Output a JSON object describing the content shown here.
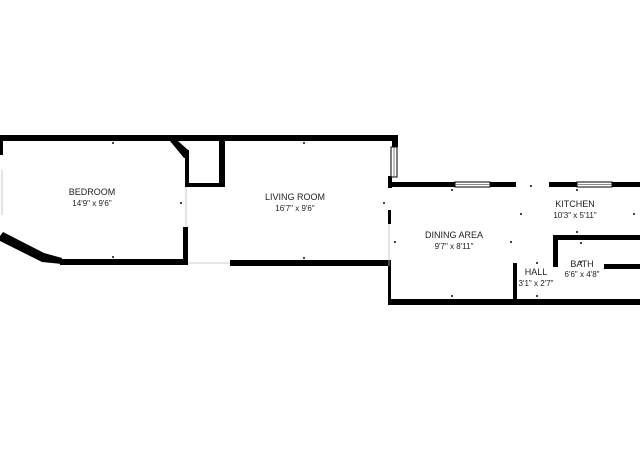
{
  "rooms": {
    "bedroom": {
      "name": "BEDROOM",
      "dimensions": "14'9\" x 9'6\""
    },
    "living_room": {
      "name": "LIVING ROOM",
      "dimensions": "16'7\" x 9'6\""
    },
    "dining_area": {
      "name": "DINING AREA",
      "dimensions": "9'7\" x 8'11\""
    },
    "kitchen": {
      "name": "KITCHEN",
      "dimensions": "10'3\" x 5'11\""
    },
    "hall": {
      "name": "HALL",
      "dimensions": "3'1\" x 2'7\""
    },
    "bath": {
      "name": "BATH",
      "dimensions": "6'6\" x 4'8\""
    }
  },
  "colors": {
    "wall": "#000000",
    "background": "#ffffff",
    "label": "#222222"
  }
}
